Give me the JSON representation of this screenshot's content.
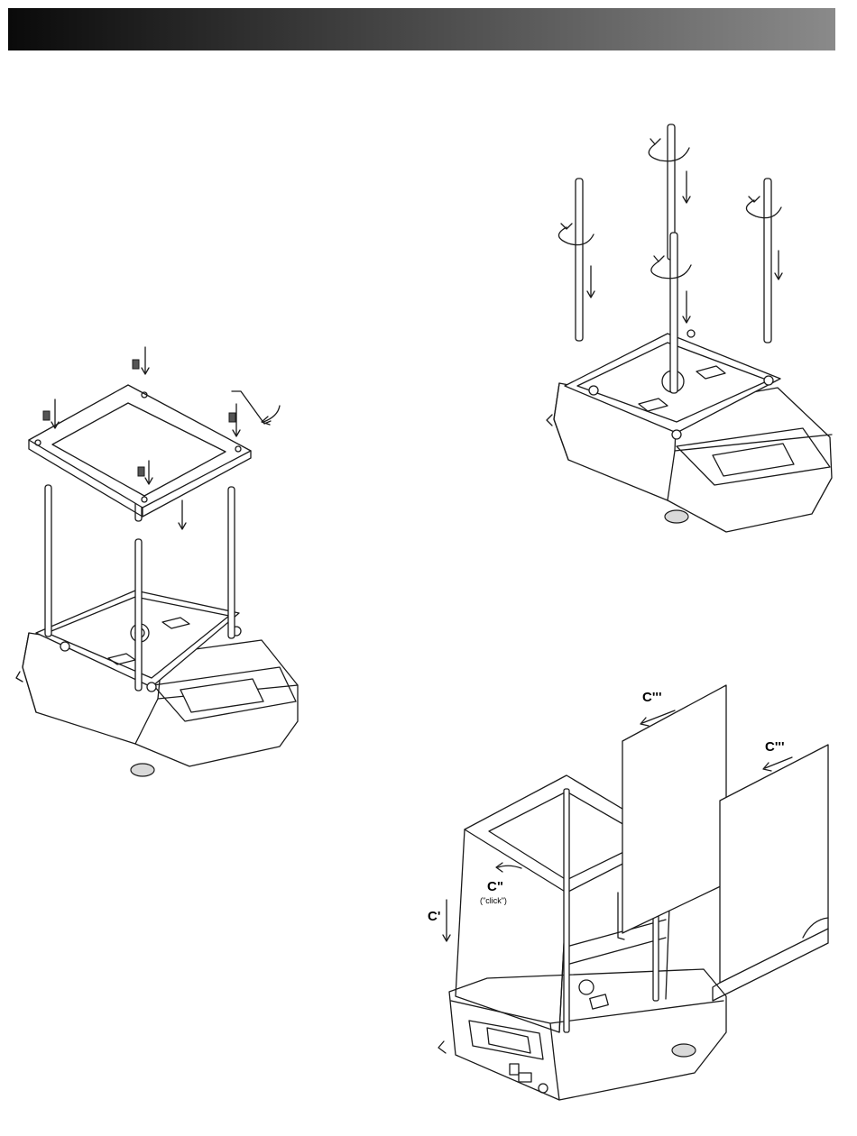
{
  "header": {
    "bar_color_start": "#0a0a0a",
    "bar_color_end": "#8a8a8a"
  },
  "figures": [
    {
      "name": "draft-shield-frame-assembly",
      "icons": [
        "screw-icon",
        "hex-key-icon",
        "glass-rod-icon",
        "balance-icon"
      ]
    },
    {
      "name": "glass-rod-installation",
      "icons": [
        "glass-rod-icon",
        "rotate-arrow-icon",
        "balance-icon"
      ]
    },
    {
      "name": "glass-panel-installation",
      "icons": [
        "glass-panel-icon",
        "balance-icon"
      ]
    }
  ],
  "labels": {
    "c_prime": "C'",
    "c_double_prime": "C\"",
    "click_note": "(\"click\")",
    "c_triple_prime_top": "C'''",
    "c_triple_prime_right": "C'''"
  }
}
